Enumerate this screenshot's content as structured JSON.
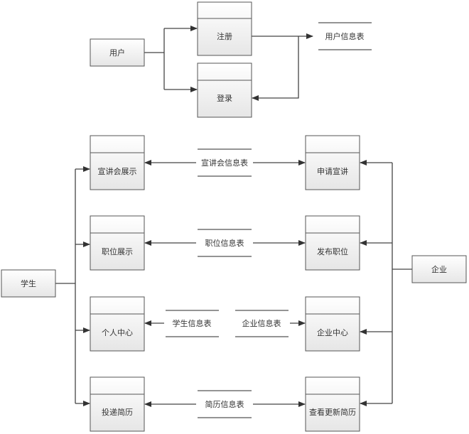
{
  "external_entities": {
    "user": "用户",
    "student": "学生",
    "enterprise": "企业"
  },
  "processes": {
    "register": "注册",
    "login": "登录",
    "talk_display": "宣讲会展示",
    "job_display": "职位展示",
    "personal_center": "个人中心",
    "submit_resume": "投递简历",
    "apply_talk": "申请宣讲",
    "publish_job": "发布职位",
    "enterprise_center": "企业中心",
    "view_update_resume": "查看更新简历"
  },
  "data_stores": {
    "user_info": "用户信息表",
    "talk_info": "宣讲会信息表",
    "job_info": "职位信息表",
    "student_info": "学生信息表",
    "enterprise_info": "企业信息表",
    "resume_info": "简历信息表"
  }
}
